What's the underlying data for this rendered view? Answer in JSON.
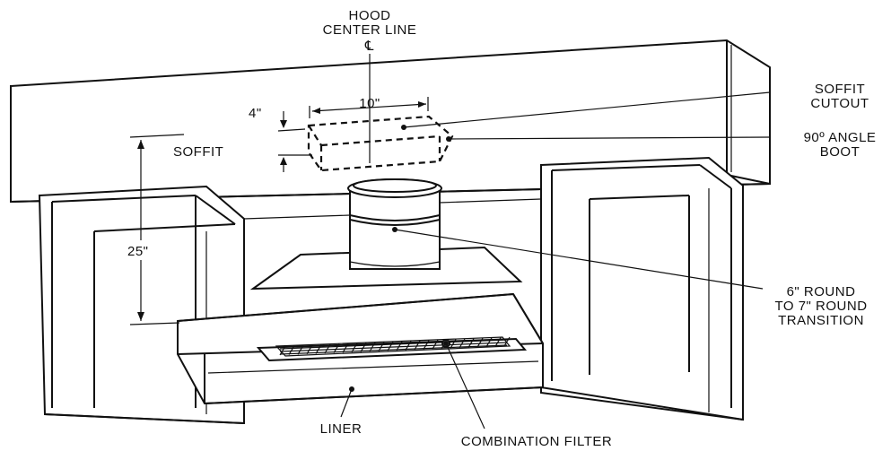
{
  "labels": {
    "hood_center_line_1": "HOOD",
    "hood_center_line_2": "CENTER LINE",
    "cl_symbol": "℄",
    "soffit_cutout_1": "SOFFIT",
    "soffit_cutout_2": "CUTOUT",
    "angle_boot_1": "90º ANGLE",
    "angle_boot_2": "BOOT",
    "soffit": "SOFFIT",
    "transition_1": "6\" ROUND",
    "transition_2": "TO 7\" ROUND",
    "transition_3": "TRANSITION",
    "liner": "LINER",
    "combination_filter": "COMBINATION FILTER"
  },
  "dimensions": {
    "four_inch": "4\"",
    "ten_inch": "10\"",
    "twentyfive_inch": "25\""
  }
}
